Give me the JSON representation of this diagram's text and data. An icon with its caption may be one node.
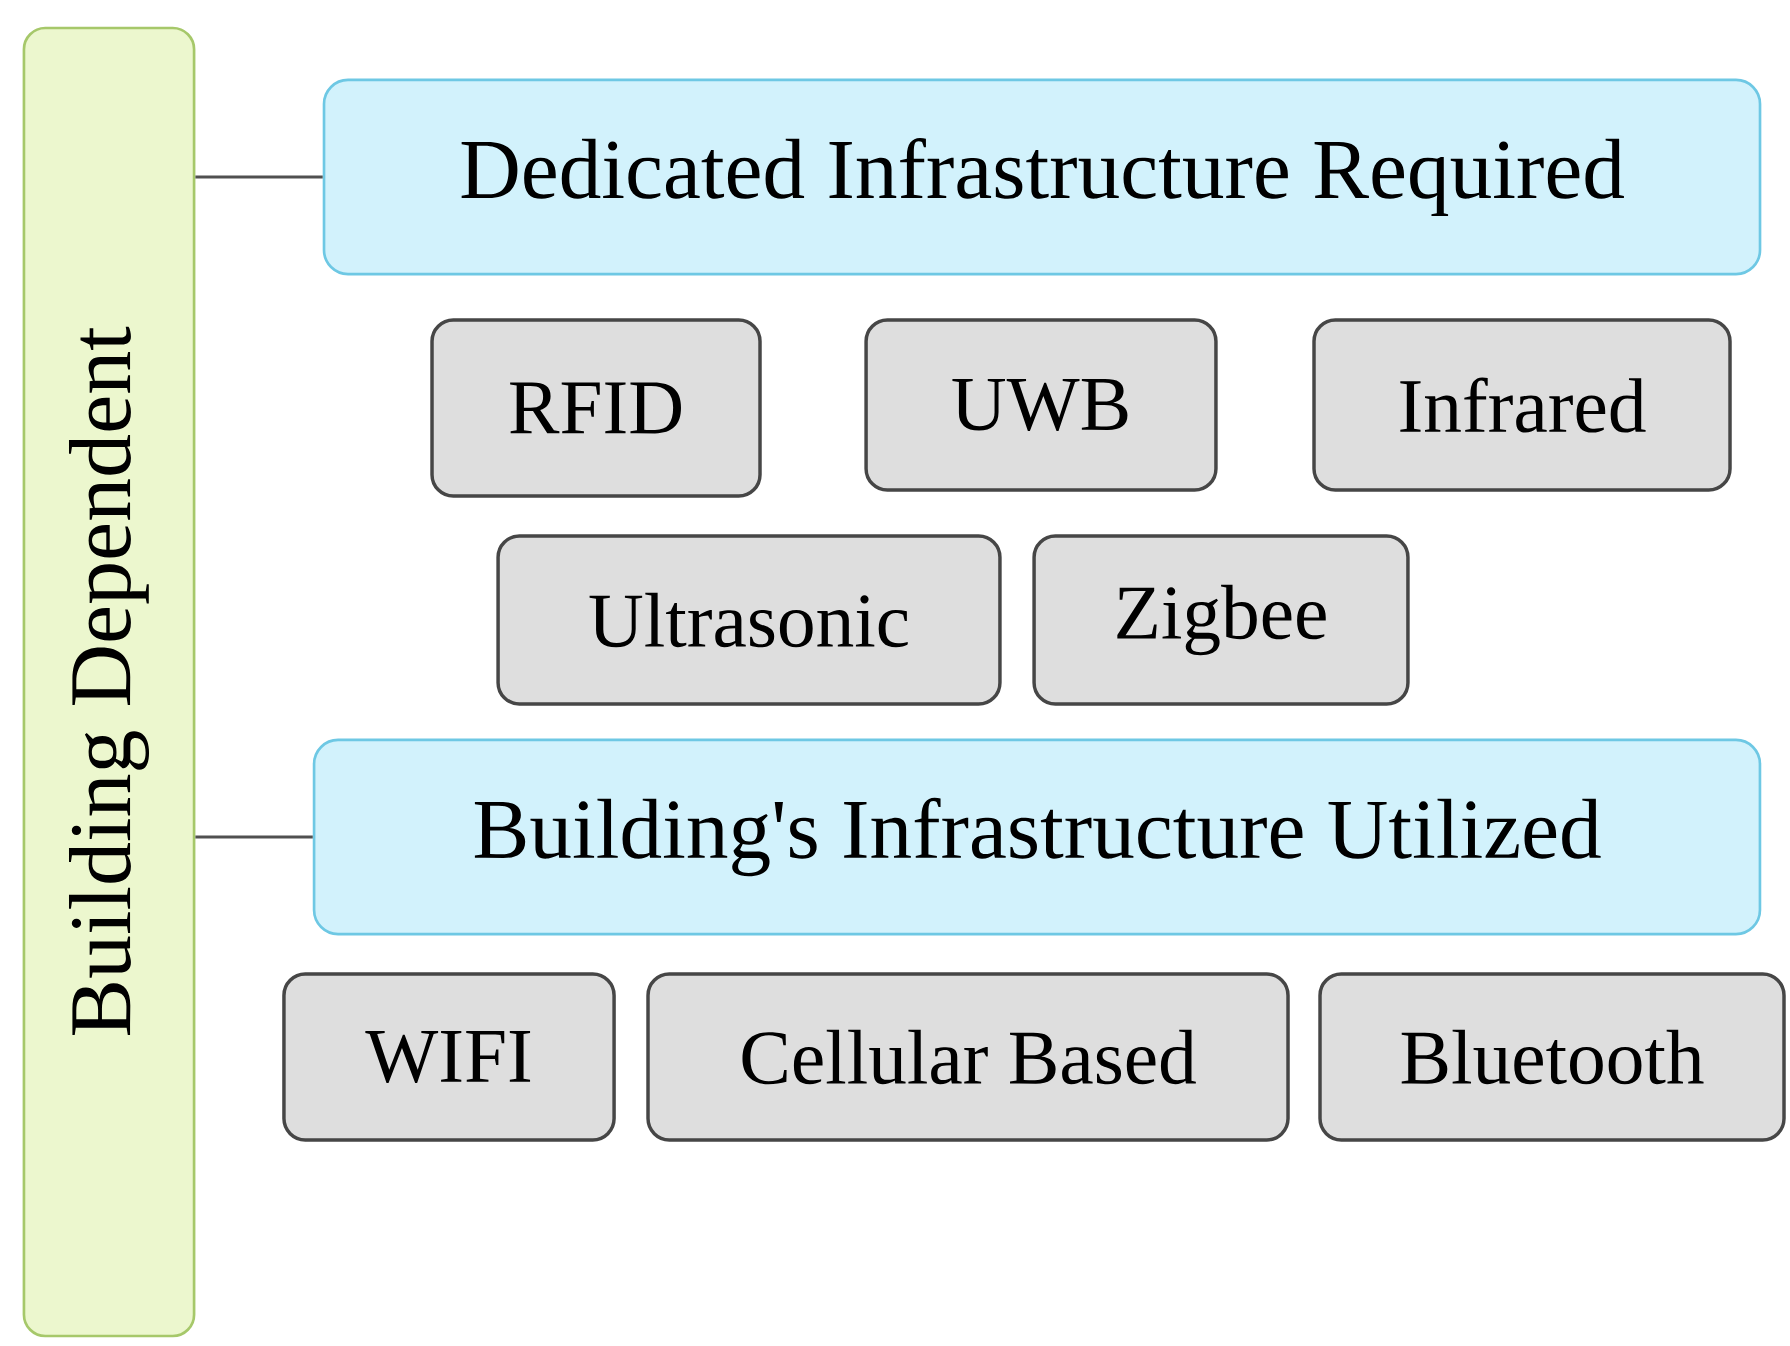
{
  "diagram": {
    "nodes": [
      {
        "text": [
          "Building Dependent"
        ]
      },
      {
        "text": [
          "Dedicated Infrastructure Required"
        ]
      },
      {
        "text": [
          "RFID"
        ]
      },
      {
        "text": [
          "UWB"
        ]
      },
      {
        "text": [
          "Infrared"
        ]
      },
      {
        "text": [
          "Ultrasonic"
        ]
      },
      {
        "text": [
          "Zigbee"
        ]
      },
      {
        "text": [
          "Building's Infrastructure Utilized"
        ]
      },
      {
        "text": [
          "WIFI"
        ]
      },
      {
        "text": [
          "Cellular Based"
        ]
      },
      {
        "text": [
          "Bluetooth"
        ]
      }
    ],
    "edges": [
      {
        "from": 0,
        "to": 1,
        "arrow": "none"
      },
      {
        "from": 0,
        "to": 7,
        "arrow": "none"
      }
    ]
  }
}
